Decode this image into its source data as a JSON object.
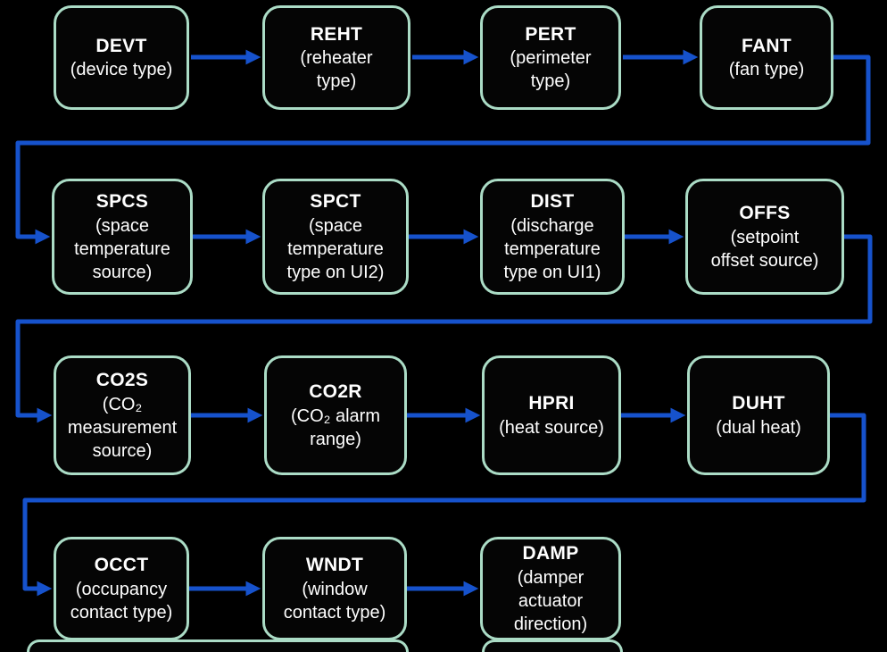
{
  "colors": {
    "background": "#000000",
    "box_fill": "#050505",
    "box_border": "#abdcc6",
    "arrow": "#1652cc",
    "text": "#ffffff"
  },
  "nodes": [
    {
      "code": "DEVT",
      "desc": "(device type)"
    },
    {
      "code": "REHT",
      "desc": "(reheater\ntype)"
    },
    {
      "code": "PERT",
      "desc": "(perimeter\ntype)"
    },
    {
      "code": "FANT",
      "desc": "(fan type)"
    },
    {
      "code": "SPCS",
      "desc": "(space\ntemperature\nsource)"
    },
    {
      "code": "SPCT",
      "desc": "(space\ntemperature\ntype on UI2)"
    },
    {
      "code": "DIST",
      "desc": "(discharge\ntemperature\ntype on UI1)"
    },
    {
      "code": "OFFS",
      "desc": "(setpoint\noffset source)"
    },
    {
      "code": "CO2S",
      "desc": "(CO₂\nmeasurement\nsource)"
    },
    {
      "code": "CO2R",
      "desc": "(CO₂ alarm\nrange)"
    },
    {
      "code": "HPRI",
      "desc": "(heat source)"
    },
    {
      "code": "DUHT",
      "desc": "(dual heat)"
    },
    {
      "code": "OCCT",
      "desc": "(occupancy\ncontact type)"
    },
    {
      "code": "WNDT",
      "desc": "(window\ncontact type)"
    },
    {
      "code": "DAMP",
      "desc": "(damper\nactuator\ndirection)"
    }
  ]
}
